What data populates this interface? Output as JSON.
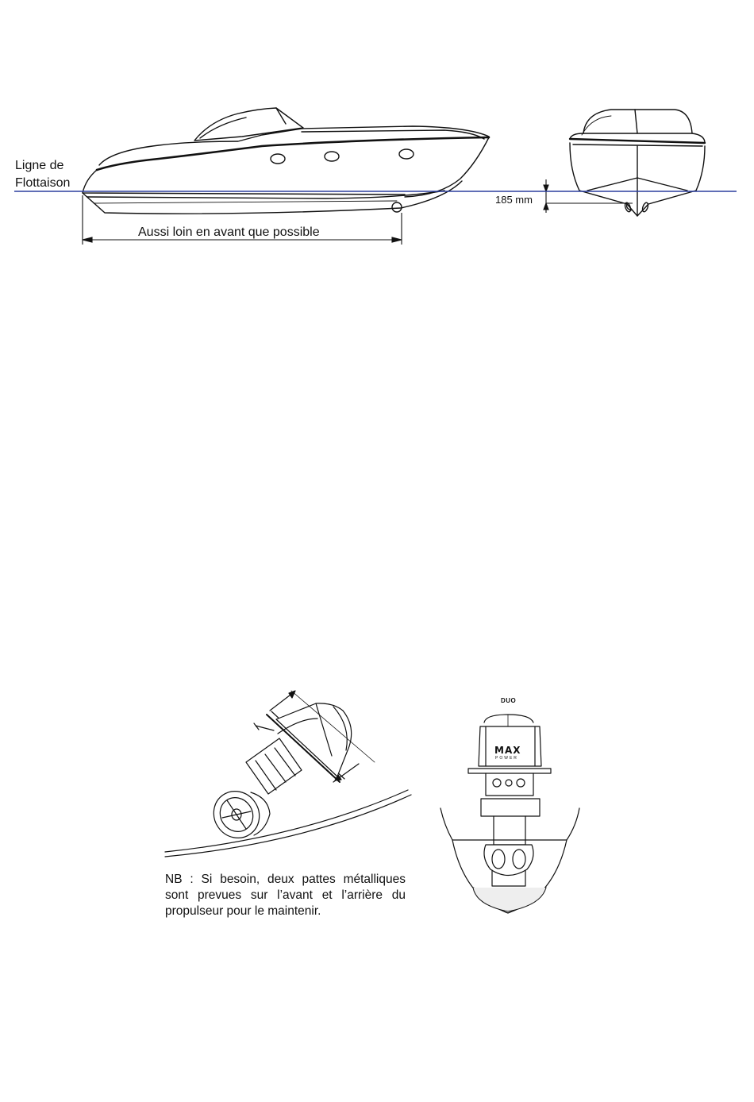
{
  "diagram_top": {
    "waterline_label_line1": "Ligne de",
    "waterline_label_line2": "Flottaison",
    "distance_label": "Aussi loin en avant que possible",
    "depth_label": "185 mm",
    "waterline_color": "#2b3f9e"
  },
  "diagram_bottom": {
    "duo_label": "DUO",
    "brand_logo": "MAX",
    "brand_sub": "POWER",
    "note": "NB : Si besoin, deux pattes métalliques sont prevues sur l’avant et l’arrière du propulseur pour le maintenir."
  }
}
